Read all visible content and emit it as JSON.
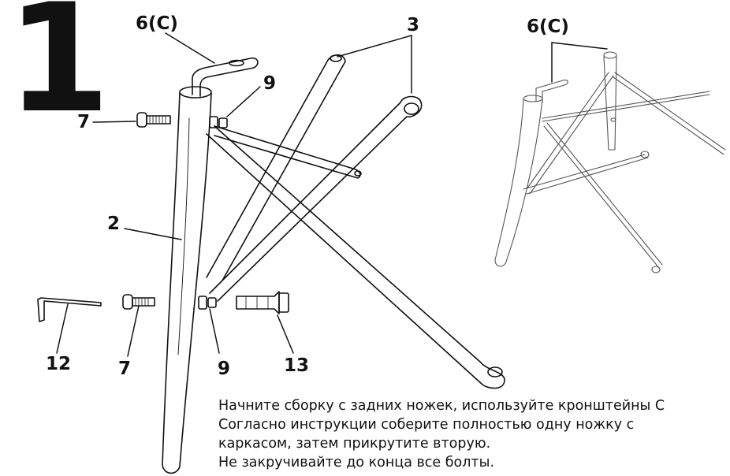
{
  "step": {
    "number": "1"
  },
  "labels": {
    "bracket_main": "6(С)",
    "bracket_assembled": "6(С)",
    "leg": "2",
    "frame_rods": "3",
    "bolt_top": "7",
    "bolt_bottom": "7",
    "washer_top": "9",
    "washer_bottom": "9",
    "hex_key": "12",
    "anchor": "13"
  },
  "instructions": [
    "Начните сборку с задних ножек, используйте кронштейны С",
    "Согласно инструкции соберите полностью одну ножку с",
    "каркасом, затем прикрутите вторую.",
    "Не закручивайте до конца все болты."
  ]
}
